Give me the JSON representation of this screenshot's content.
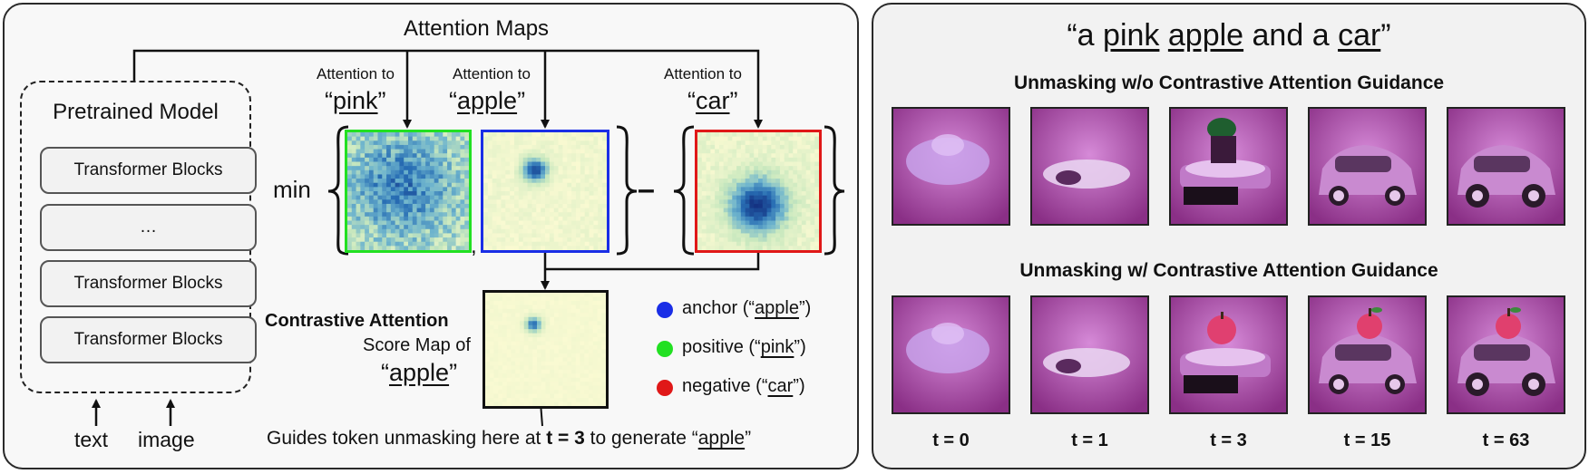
{
  "left": {
    "title": "Attention Maps",
    "model": {
      "title": "Pretrained Model",
      "blocks": [
        "Transformer Blocks",
        "…",
        "Transformer Blocks",
        "Transformer Blocks"
      ],
      "inputs": [
        "text",
        "image"
      ]
    },
    "attention_labels": [
      {
        "prefix": "Attention to",
        "word": "pink"
      },
      {
        "prefix": "Attention to",
        "word": "apple"
      },
      {
        "prefix": "Attention to",
        "word": "car"
      }
    ],
    "min_label": "min",
    "minus": "–",
    "comma": ",",
    "score": {
      "bold": "Contrastive Attention",
      "line2": "Score Map of",
      "word": "apple"
    },
    "legend": [
      {
        "color": "#1a2ee6",
        "label_pre": "anchor (“",
        "word": "apple",
        "label_post": "”)"
      },
      {
        "color": "#22e022",
        "label_pre": "positive (“",
        "word": "pink",
        "label_post": "”)"
      },
      {
        "color": "#e01818",
        "label_pre": "negative (“",
        "word": "car",
        "label_post": "”)"
      }
    ],
    "caption": {
      "pre": "Guides token unmasking here at ",
      "bold": "t = 3",
      "mid": " to generate “",
      "word": "apple",
      "post": "”"
    }
  },
  "right": {
    "prompt": {
      "p1": "“a ",
      "w1": "pink",
      "p2": " ",
      "w2": "apple",
      "p3": " and a ",
      "w3": "car",
      "p4": "”"
    },
    "row1_title": "Unmasking w/o Contrastive Attention Guidance",
    "row2_title": "Unmasking w/ Contrastive Attention Guidance",
    "timesteps": [
      "t = 0",
      "t = 1",
      "t = 3",
      "t = 15",
      "t = 63"
    ]
  }
}
